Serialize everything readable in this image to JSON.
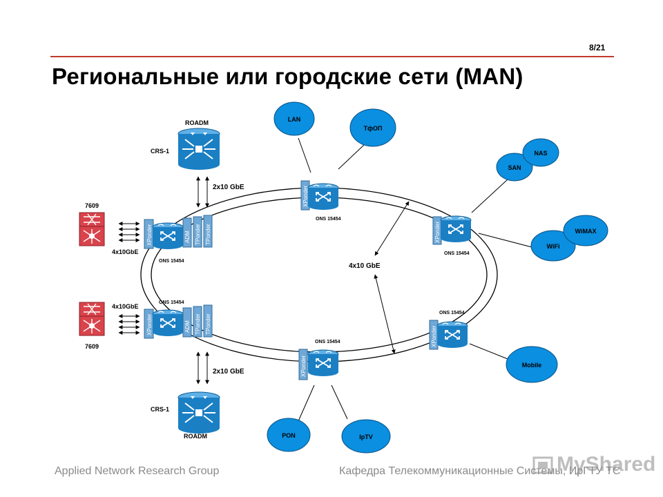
{
  "slide": {
    "number": "8/21",
    "title": "Региональные или городские сети (MAN)",
    "footer_left": "Applied Network Research Group",
    "footer_right": "Кафедра Телекоммуникационные Системы, ИрГТУ ТС",
    "watermark": "MyShared"
  },
  "diagram": {
    "ring_link_label": "4x10 GbE",
    "uplink_label": "2x10 GbE",
    "router_link_label": "4x10GbE",
    "node_label": "ONS 15454",
    "router_label": "CRS-1",
    "roadm_label": "ROADM",
    "switch_label": "7609",
    "card_xponder": "XPonder",
    "card_adm": "ADM",
    "card_tponder": "TPonder",
    "clouds": {
      "lan": "LAN",
      "tfop": "ТфОП",
      "san": "SAN",
      "nas": "NAS",
      "wimax": "WiMAX",
      "wifi": "WiFi",
      "mobile": "Mobile",
      "pon": "PON",
      "iptv": "IpTV"
    },
    "colors": {
      "cloud_fill": "#0b8fe0",
      "device_fill": "#1b7fc4",
      "card_fill": "#6fa8d6",
      "accent": "#c0392b",
      "switch_red": "#d9434b"
    }
  }
}
